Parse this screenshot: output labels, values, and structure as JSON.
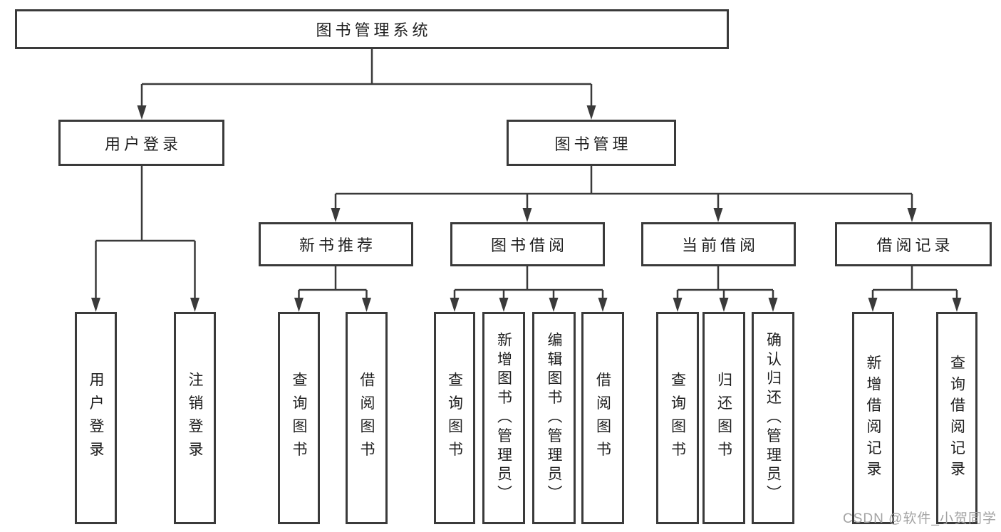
{
  "tree": {
    "label": "图书管理系统",
    "children": [
      {
        "label": "用户登录",
        "children": [
          {
            "label": "用户登录"
          },
          {
            "label": "注销登录"
          }
        ]
      },
      {
        "label": "图书管理",
        "children": [
          {
            "label": "新书推荐",
            "children": [
              {
                "label": "查询图书"
              },
              {
                "label": "借阅图书"
              }
            ]
          },
          {
            "label": "图书借阅",
            "children": [
              {
                "label": "查询图书"
              },
              {
                "label": "新增图书（管理员）"
              },
              {
                "label": "编辑图书（管理员）"
              },
              {
                "label": "借阅图书"
              }
            ]
          },
          {
            "label": "当前借阅",
            "children": [
              {
                "label": "查询图书"
              },
              {
                "label": "归还图书"
              },
              {
                "label": "确认归还（管理员）"
              }
            ]
          },
          {
            "label": "借阅记录",
            "children": [
              {
                "label": "新增借阅记录"
              },
              {
                "label": "查询借阅记录"
              }
            ]
          }
        ]
      }
    ]
  },
  "watermark": {
    "text": "CSDN @软件_小贺同学",
    "color": "#9e9e9e"
  },
  "colors": {
    "line": "#3a3a3a",
    "text": "#1f1f1f",
    "background": "#ffffff"
  }
}
